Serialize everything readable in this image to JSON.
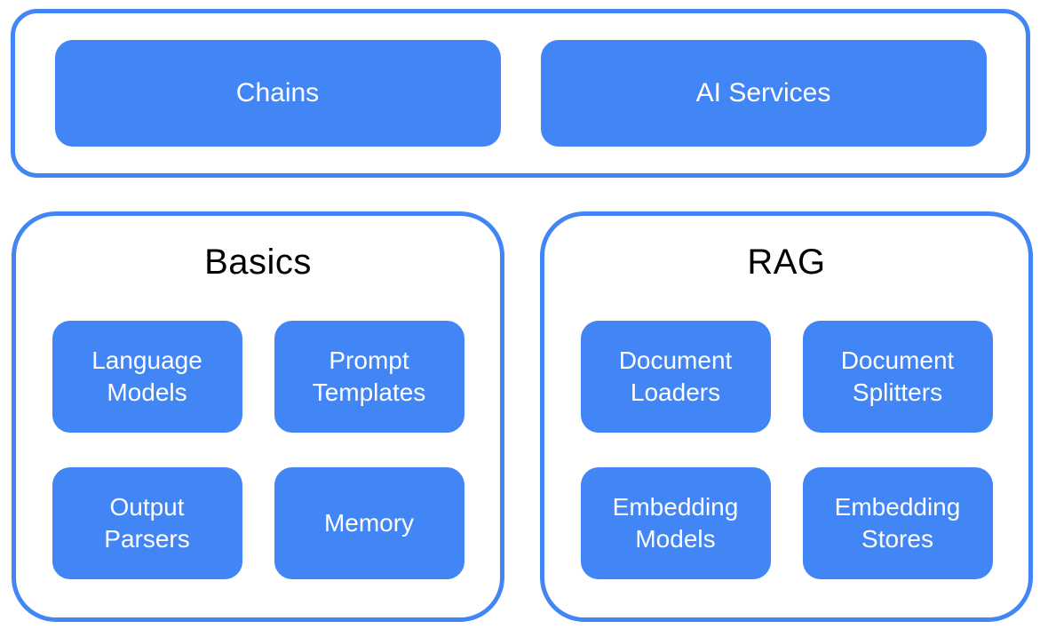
{
  "colors": {
    "accent": "#4285F4",
    "node_text": "#FFFFFF",
    "title_text": "#000000"
  },
  "top_group": {
    "items": [
      {
        "label": "Chains"
      },
      {
        "label": "AI Services"
      }
    ]
  },
  "groups": [
    {
      "title": "Basics",
      "items": [
        {
          "label": "Language Models"
        },
        {
          "label": "Prompt Templates"
        },
        {
          "label": "Output Parsers"
        },
        {
          "label": "Memory"
        }
      ]
    },
    {
      "title": "RAG",
      "items": [
        {
          "label": "Document Loaders"
        },
        {
          "label": "Document Splitters"
        },
        {
          "label": "Embedding Models"
        },
        {
          "label": "Embedding Stores"
        }
      ]
    }
  ]
}
